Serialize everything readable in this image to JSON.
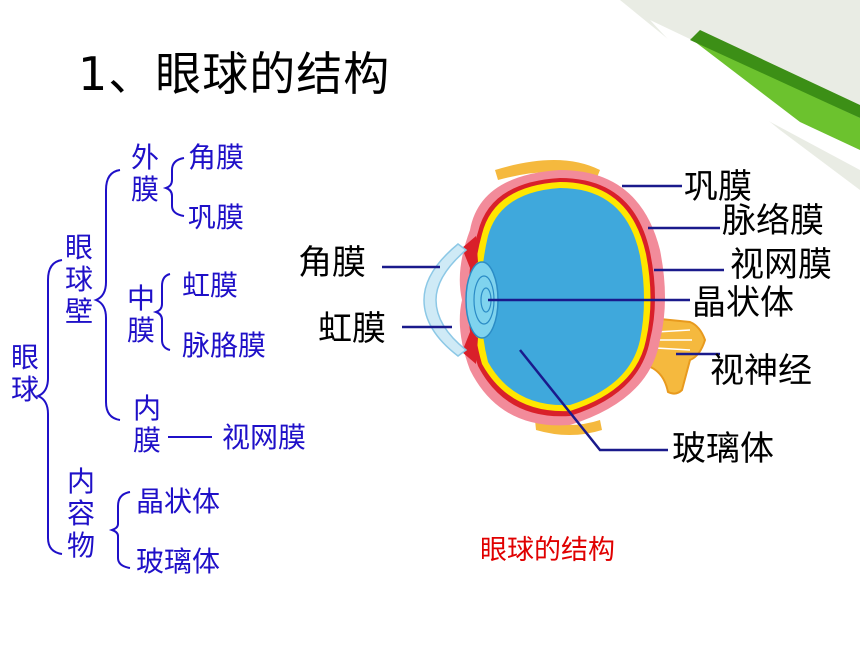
{
  "title": "1、眼球的结构",
  "outline": {
    "root": "眼球",
    "wall": "眼球壁",
    "outer": "外膜",
    "outer_items": [
      "角膜",
      "巩膜"
    ],
    "middle": "中膜",
    "middle_items": [
      "虹膜",
      "脉胳膜"
    ],
    "inner": "内膜",
    "inner_item": "视网膜",
    "contents": "内容物",
    "contents_items": [
      "晶状体",
      "玻璃体"
    ]
  },
  "diagram": {
    "labels": {
      "sclera": "巩膜",
      "choroid": "脉络膜",
      "retina": "视网膜",
      "lens": "晶状体",
      "optic_nerve": "视神经",
      "vitreous": "玻璃体",
      "cornea": "角膜",
      "iris": "虹膜"
    },
    "caption": "眼球的结构"
  },
  "colors": {
    "outline_text": "#1f10c8",
    "caption": "#e00000",
    "leader_line": "#1a1a8c",
    "sclera": "#f28b9a",
    "choroid": "#d9202a",
    "retina": "#ffe600",
    "vitreous": "#3fa8dc",
    "accent_ribbon": "#55b82a"
  }
}
